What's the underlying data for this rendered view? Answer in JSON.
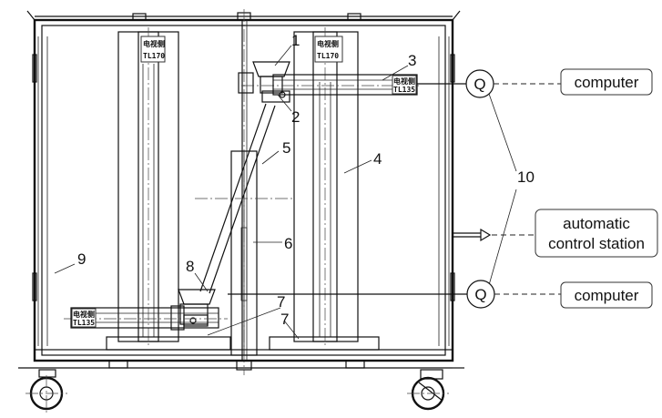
{
  "parts": {
    "n1": "1",
    "n2": "2",
    "n3": "3",
    "n4": "4",
    "n5": "5",
    "n6": "6",
    "n7": "7",
    "n7b": "7",
    "n8": "8",
    "n9": "9",
    "n10": "10"
  },
  "q_symbol": "Q",
  "labels": {
    "computer_top": "computer",
    "computer_bottom": "computer",
    "automatic_line1": "automatic",
    "automatic_line2": "control station"
  },
  "plates": {
    "left_col_title": "电视侧",
    "left_col_code": "TL170",
    "right_col_title": "电视侧",
    "right_col_code": "TL170",
    "arm_top_title": "电视侧",
    "arm_top_code": "TL135",
    "arm_bottom_title": "电视侧",
    "arm_bottom_code": "TL135"
  }
}
